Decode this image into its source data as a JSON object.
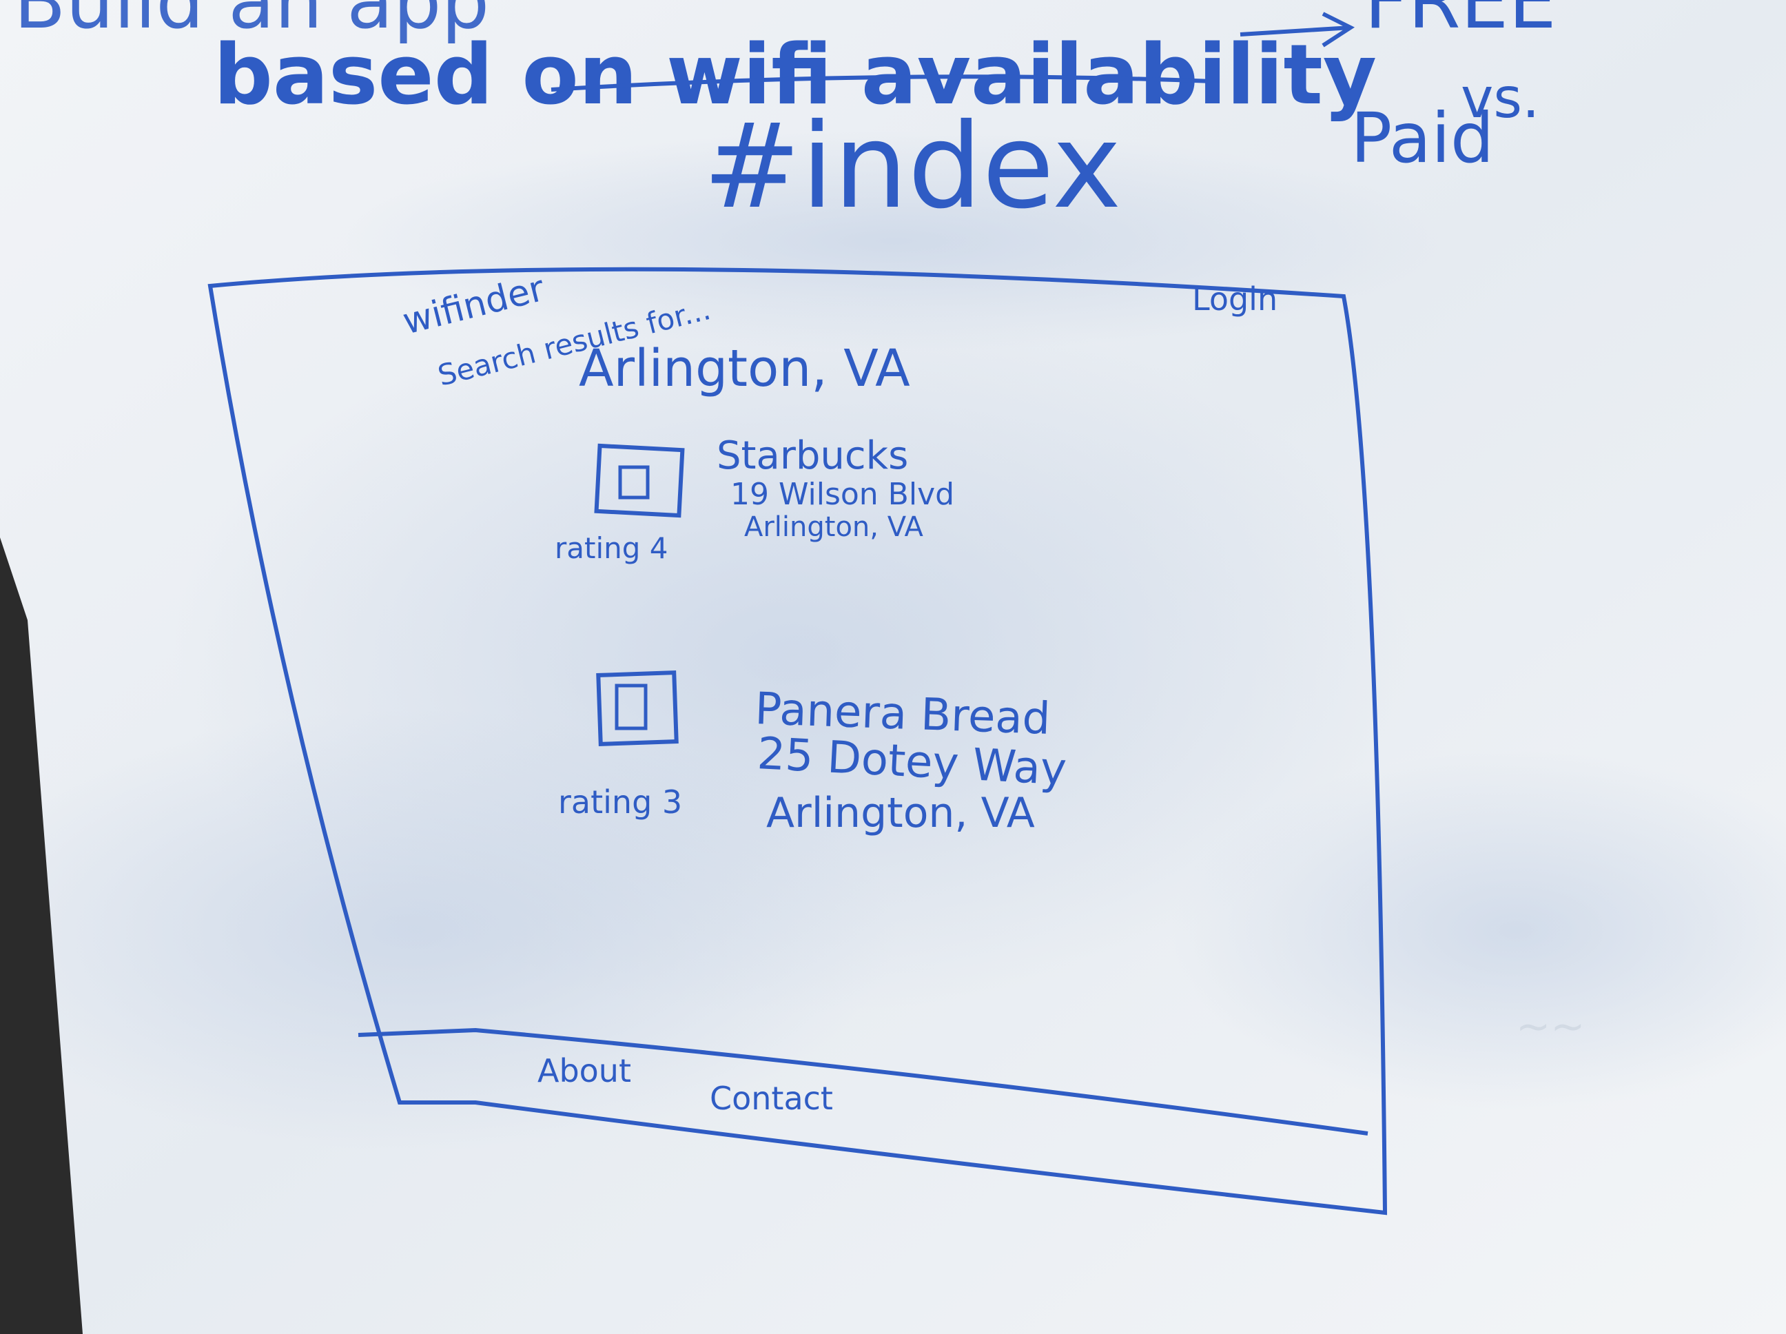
{
  "whiteboard": {
    "top_line_partial": "Build an app",
    "header_line": "based on wifi availability",
    "arrow_label": "FREE",
    "vs_label": "vs.",
    "paid_label": "Paid",
    "index_label": "#index"
  },
  "wireframe": {
    "brand": "wifinder",
    "login": "Login",
    "search_prefix": "Search results for...",
    "search_location": "Arlington, VA",
    "results": [
      {
        "name": "Starbucks",
        "address": "19 Wilson Blvd",
        "city": "Arlington, VA",
        "rating": "rating 4"
      },
      {
        "name": "Panera Bread",
        "address": "25 Dotey Way",
        "city": "Arlington, VA",
        "rating": "rating 3"
      }
    ],
    "footer": {
      "about": "About",
      "contact": "Contact"
    }
  },
  "colors": {
    "marker_blue": "#2f5cc4",
    "board_white": "#eef1f4",
    "board_frame": "#2b2b2b"
  }
}
